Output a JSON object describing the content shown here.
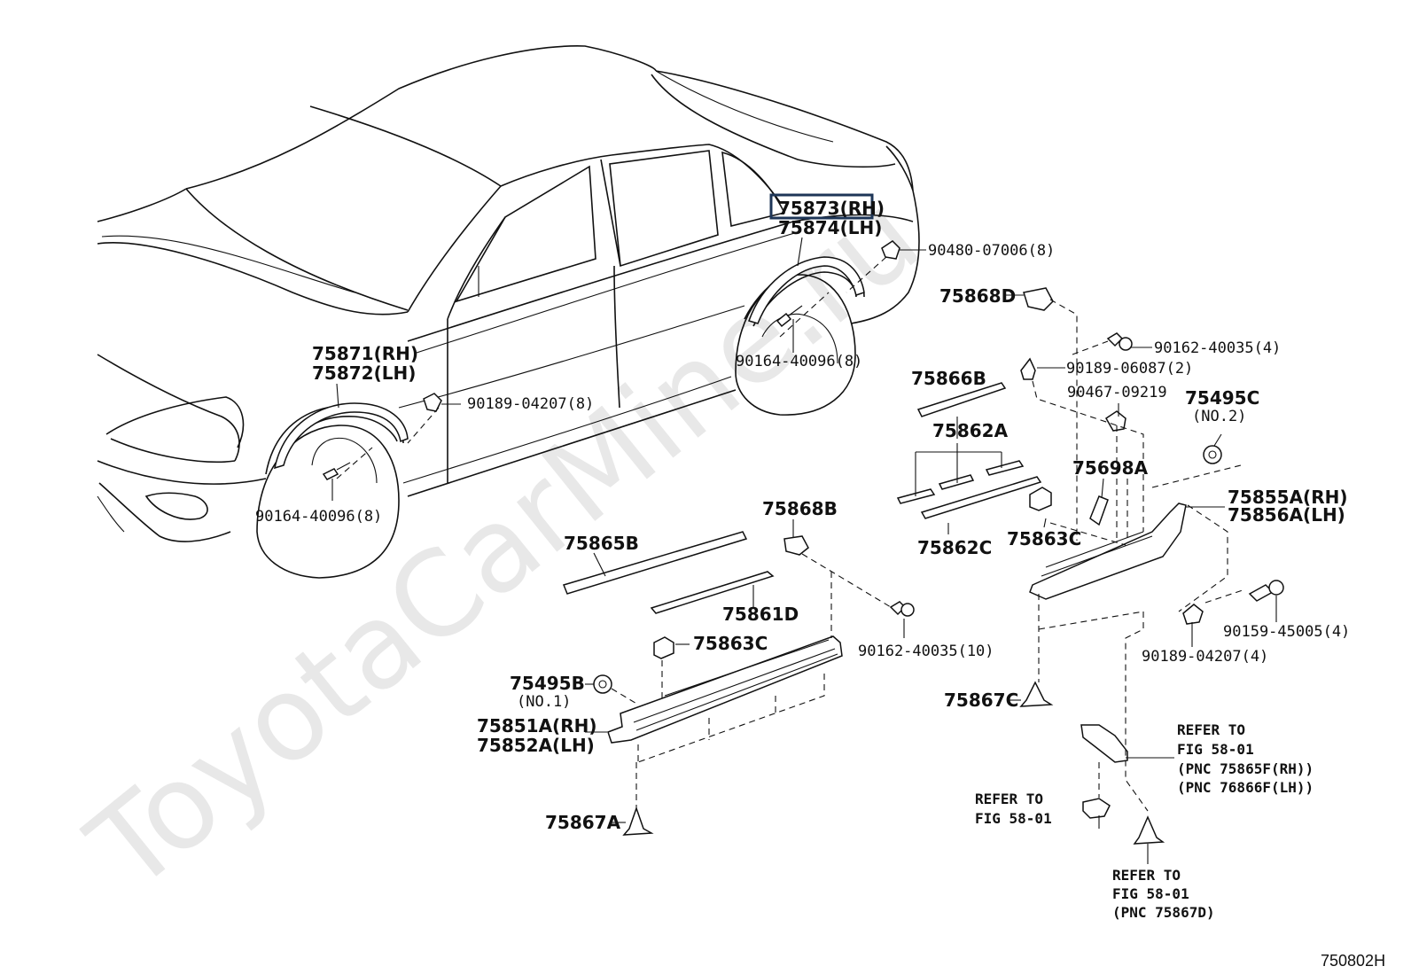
{
  "watermark": "ToyotaCarMine.ru",
  "figure_code": "750802H",
  "highlight_color": "#1d3557",
  "labels": {
    "l75873": "75873(RH)",
    "l75874": "75874(LH)",
    "l90480": "90480-07006(8)",
    "l75868d": "75868D",
    "l90162a": "90162-40035(4)",
    "l90189a": "90189-06087(2)",
    "l90467": "90467-09219",
    "l75495c": "75495C",
    "l75495c_no": "(NO.2)",
    "l90164a": "90164-40096(8)",
    "l75871": "75871(RH)",
    "l75872": "75872(LH)",
    "l90189b": "90189-04207(8)",
    "l75866b": "75866B",
    "l75862a": "75862A",
    "l75698a": "75698A",
    "l75855a": "75855A(RH)",
    "l75856a": "75856A(LH)",
    "l90164b": "90164-40096(8)",
    "l75868b": "75868B",
    "l75862c": "75862C",
    "l75863c_a": "75863C",
    "l75865b": "75865B",
    "l75861d": "75861D",
    "l75863c_b": "75863C",
    "l90162b": "90162-40035(10)",
    "l90159": "90159-45005(4)",
    "l90189c": "90189-04207(4)",
    "l75495b": "75495B",
    "l75495b_no": "(NO.1)",
    "l75867c": "75867C",
    "l75851a": "75851A(RH)",
    "l75852a": "75852A(LH)",
    "l75867a": "75867A",
    "ref1_a": "REFER TO",
    "ref1_b": "FIG 58-01",
    "ref1_c": "(PNC 75865F(RH))",
    "ref1_d": "(PNC 76866F(LH))",
    "ref2_a": "REFER TO",
    "ref2_b": "FIG 58-01",
    "ref3_a": "REFER TO",
    "ref3_b": "FIG 58-01",
    "ref3_c": "(PNC 75867D)"
  }
}
